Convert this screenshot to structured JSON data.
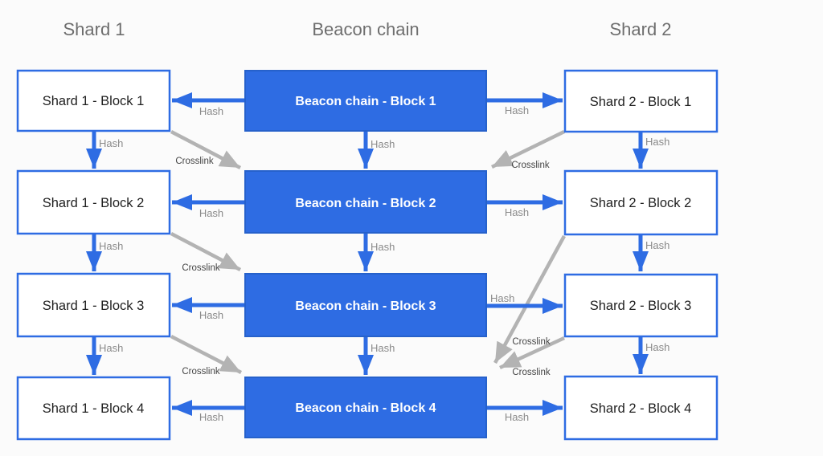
{
  "headers": {
    "shard1": "Shard 1",
    "beacon": "Beacon chain",
    "shard2": "Shard 2"
  },
  "blocks": {
    "shard1": [
      "Shard 1 - Block 1",
      "Shard 1 - Block 2",
      "Shard 1 - Block 3",
      "Shard 1 - Block 4"
    ],
    "beacon": [
      "Beacon chain - Block 1",
      "Beacon chain - Block 2",
      "Beacon chain - Block 3",
      "Beacon chain - Block 4"
    ],
    "shard2": [
      "Shard 2 - Block 1",
      "Shard 2 - Block 2",
      "Shard 2 - Block 3",
      "Shard 2 - Block 4"
    ]
  },
  "edge_labels": {
    "hash": "Hash",
    "crosslink": "Crosslink"
  },
  "edges": {
    "hash_horizontal": [
      "beacon1->shard1_block1",
      "beacon2->shard1_block2",
      "beacon3->shard1_block3",
      "beacon4->shard1_block4",
      "beacon1->shard2_block1",
      "beacon2->shard2_block2",
      "beacon3->shard2_block3",
      "beacon4->shard2_block4"
    ],
    "hash_vertical": [
      "shard1_block1->shard1_block2",
      "shard1_block2->shard1_block3",
      "shard1_block3->shard1_block4",
      "beacon1->beacon2",
      "beacon2->beacon3",
      "beacon3->beacon4",
      "shard2_block1->shard2_block2",
      "shard2_block2->shard2_block3",
      "shard2_block3->shard2_block4"
    ],
    "crosslinks": [
      "shard1_block1->beacon2",
      "shard1_block2->beacon3",
      "shard1_block3->beacon4",
      "shard2_block1->beacon2",
      "shard2_block2->beacon4",
      "shard2_block3->beacon4"
    ]
  },
  "colors": {
    "accent_blue": "#2e6ce3",
    "box_border_blue": "#2e6ce3",
    "beacon_block_text": "#ffffff",
    "shard_block_text": "#1f1f1f",
    "header_text": "#6e6e6e",
    "hash_label_text": "#8a8a8a",
    "crosslink_label_text": "#454545",
    "crosslink_arrow_gray": "#b3b3b3",
    "background": "#fbfbfb"
  }
}
